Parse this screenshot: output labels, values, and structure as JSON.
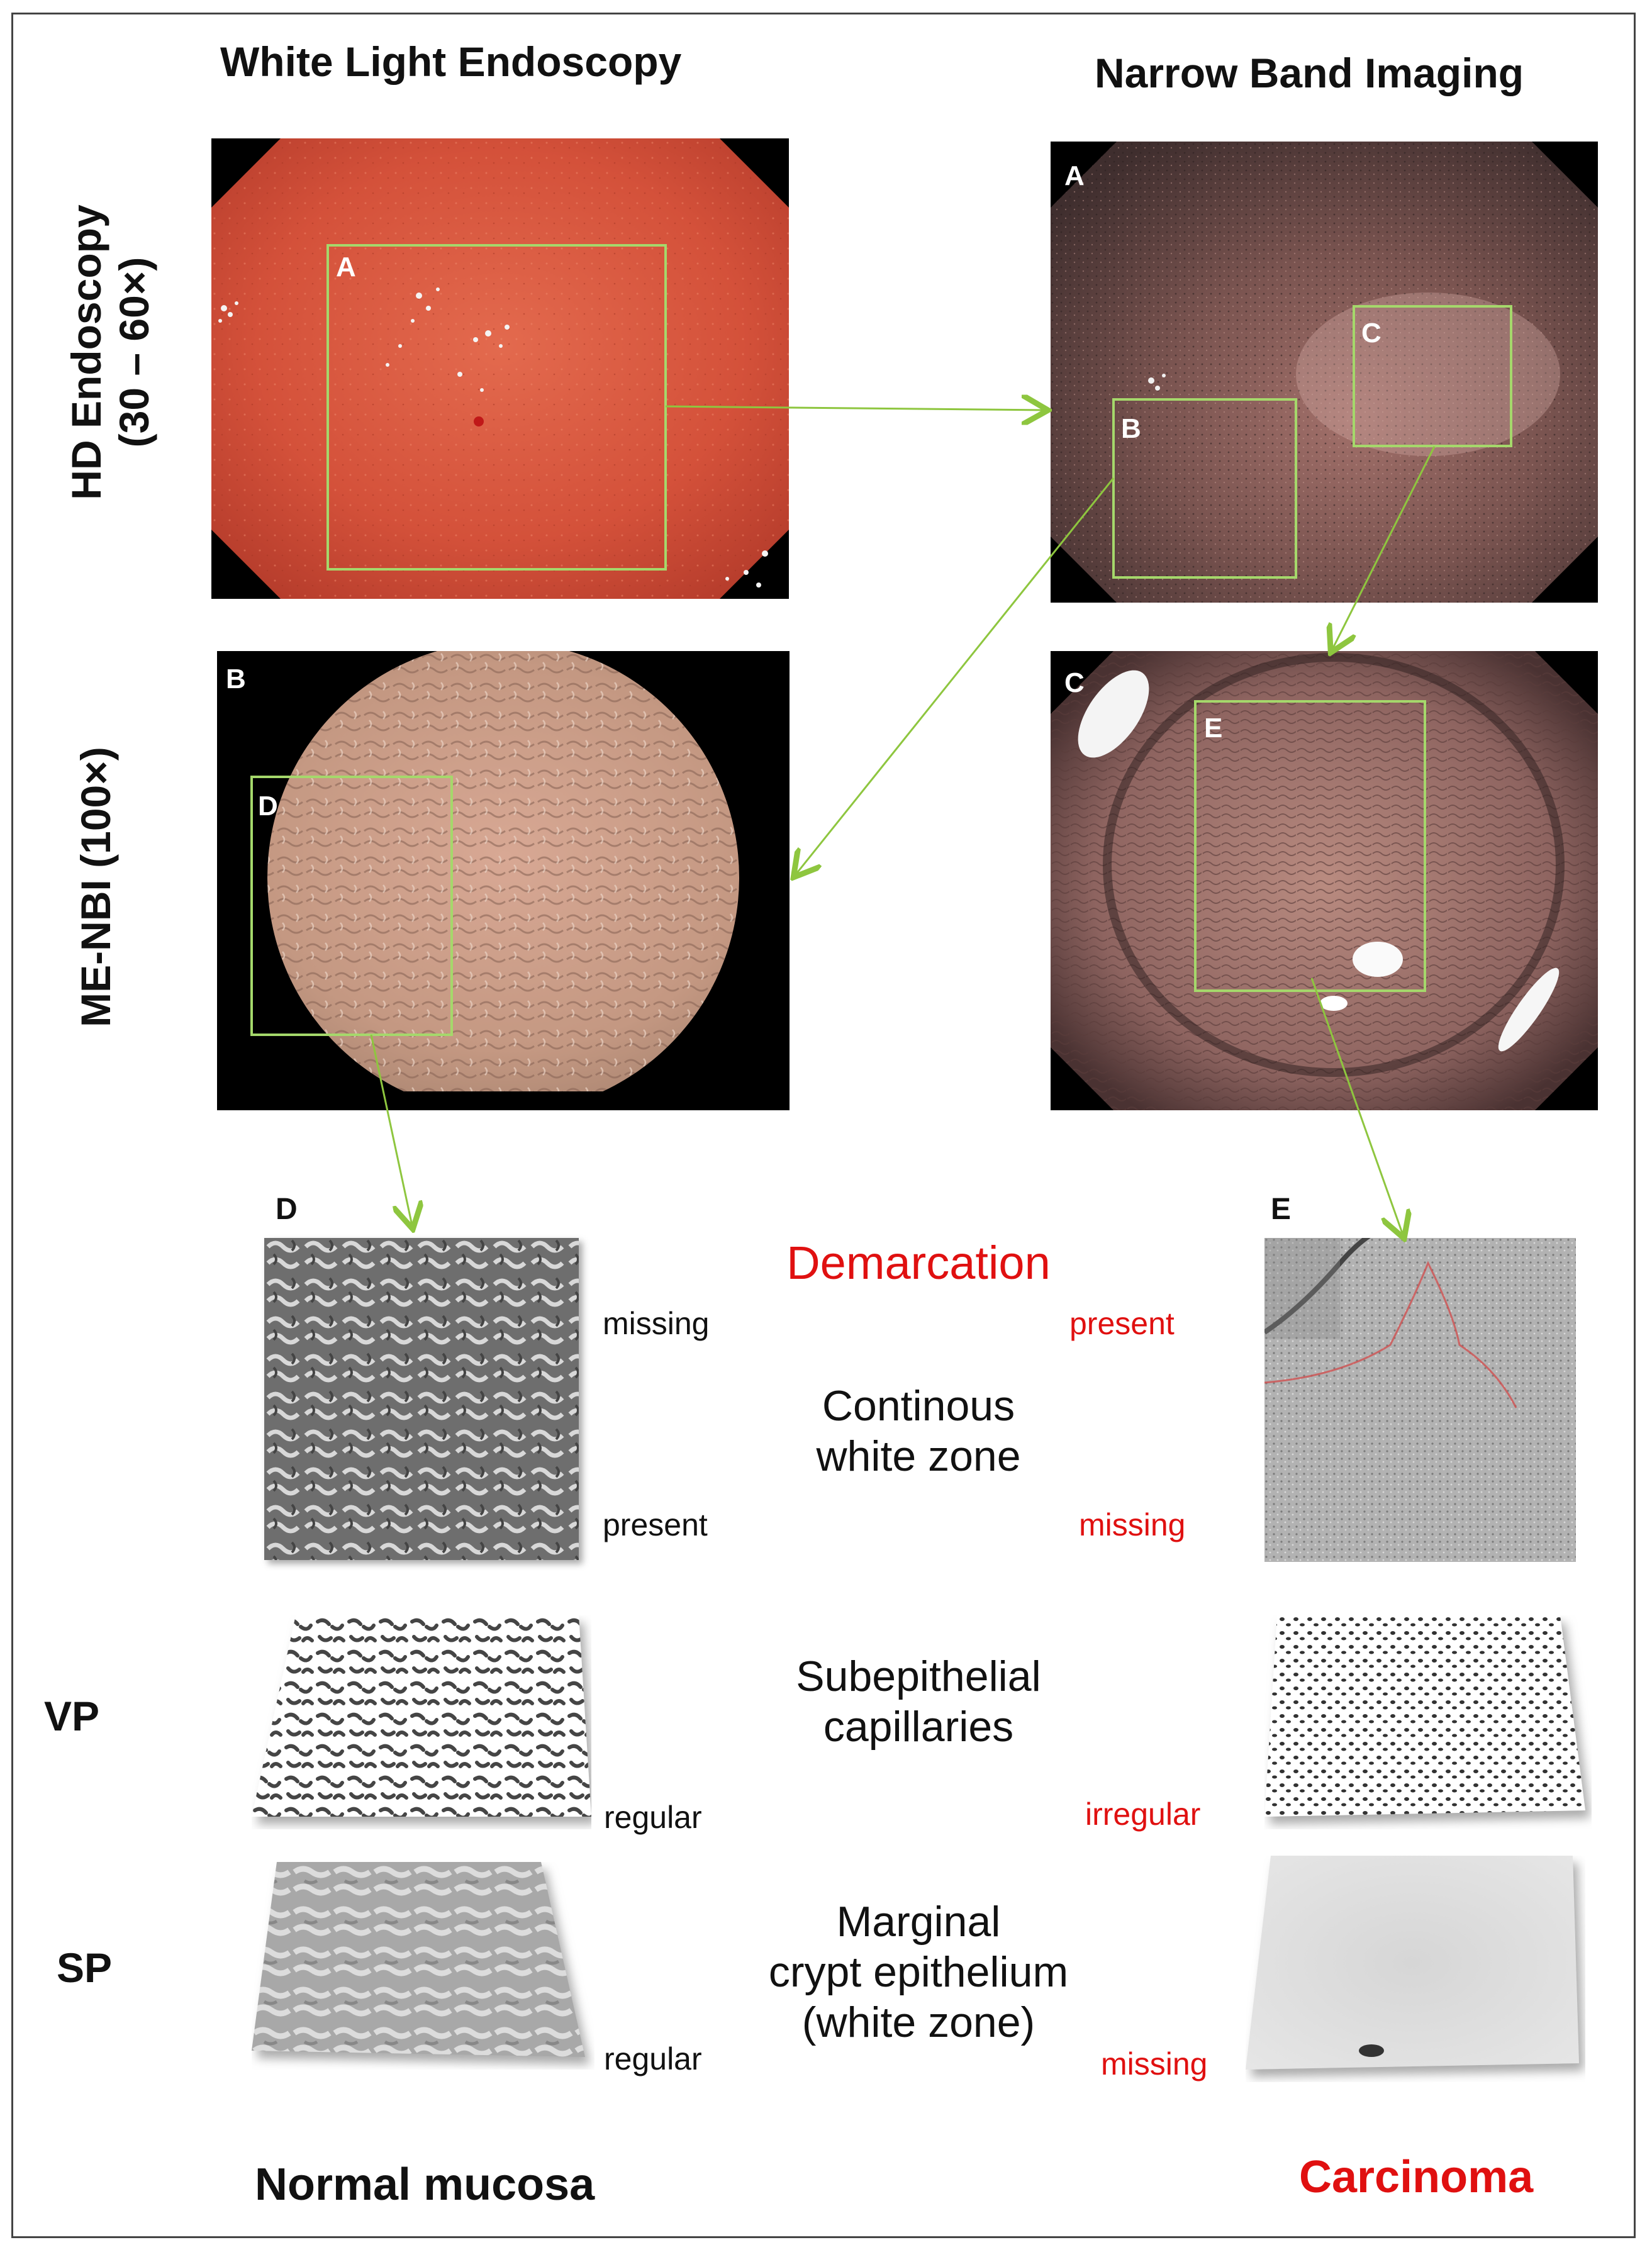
{
  "headers": {
    "white_light": "White Light Endoscopy",
    "nbi": "Narrow Band Imaging"
  },
  "row_labels": {
    "hd_line1": "HD Endoscopy",
    "hd_line2": "(30 – 60×)",
    "menbi": "ME-NBI (100×)",
    "vp": "VP",
    "sp": "SP"
  },
  "panel_letters": {
    "wl_a": "A",
    "nbi_a": "A",
    "nbi_b": "B",
    "nbi_c": "C",
    "menbi_b": "B",
    "menbi_d": "D",
    "menbi_c": "C",
    "menbi_e": "E",
    "crop_d": "D",
    "crop_e": "E"
  },
  "features": {
    "demarcation": "Demarcation",
    "continuous_line1": "Continous",
    "continuous_line2": "white zone",
    "subepi_line1": "Subepithelial",
    "subepi_line2": "capillaries",
    "marginal_line1": "Marginal",
    "marginal_line2": "crypt epithelium",
    "marginal_line3": "(white zone)"
  },
  "normal_values": {
    "demarcation": "missing",
    "white_zone": "present",
    "vp": "regular",
    "sp": "regular"
  },
  "carcinoma_values": {
    "demarcation": "present",
    "white_zone": "missing",
    "vp": "irregular",
    "sp": "missing"
  },
  "footers": {
    "normal": "Normal mucosa",
    "carcinoma": "Carcinoma"
  },
  "colors": {
    "box_green": "#8ec63f",
    "red_text": "#e01010",
    "tissue_red": "#d8533d",
    "nbi_brown": "#6e4a44"
  }
}
